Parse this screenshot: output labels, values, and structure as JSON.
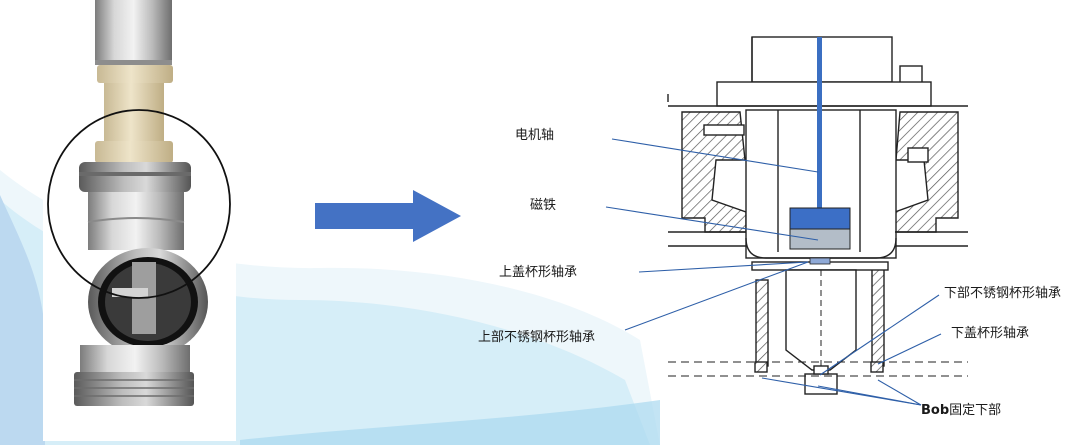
{
  "labels": {
    "motor_shaft": "电机轴",
    "magnet": "磁铁",
    "upper_cover_cup_bearing": "上盖杯形轴承",
    "upper_ss_cup_bearing": "上部不锈钢杯形轴承",
    "lower_ss_cup_bearing": "下部不锈钢杯形轴承",
    "lower_cover_cup_bearing": "下盖杯形轴承",
    "bob_prefix": "Bob",
    "bob_suffix": "固定下部"
  },
  "colors": {
    "arrow_fill": "#4472c4",
    "leader_line": "#2e5fa8",
    "motor_shaft": "#3b6fc2",
    "magnet_top": "#3c6fc6",
    "magnet_bottom": "#b3bdc8",
    "circle": "#111111",
    "bg_wave_light": "#e9f6fb",
    "bg_wave_mid": "#c6e6f4",
    "bg_wave_blue": "#b7d5ee"
  },
  "icons": {
    "direction_arrow": "right-arrow-icon",
    "zoom_circle": "magnify-circle-icon"
  }
}
